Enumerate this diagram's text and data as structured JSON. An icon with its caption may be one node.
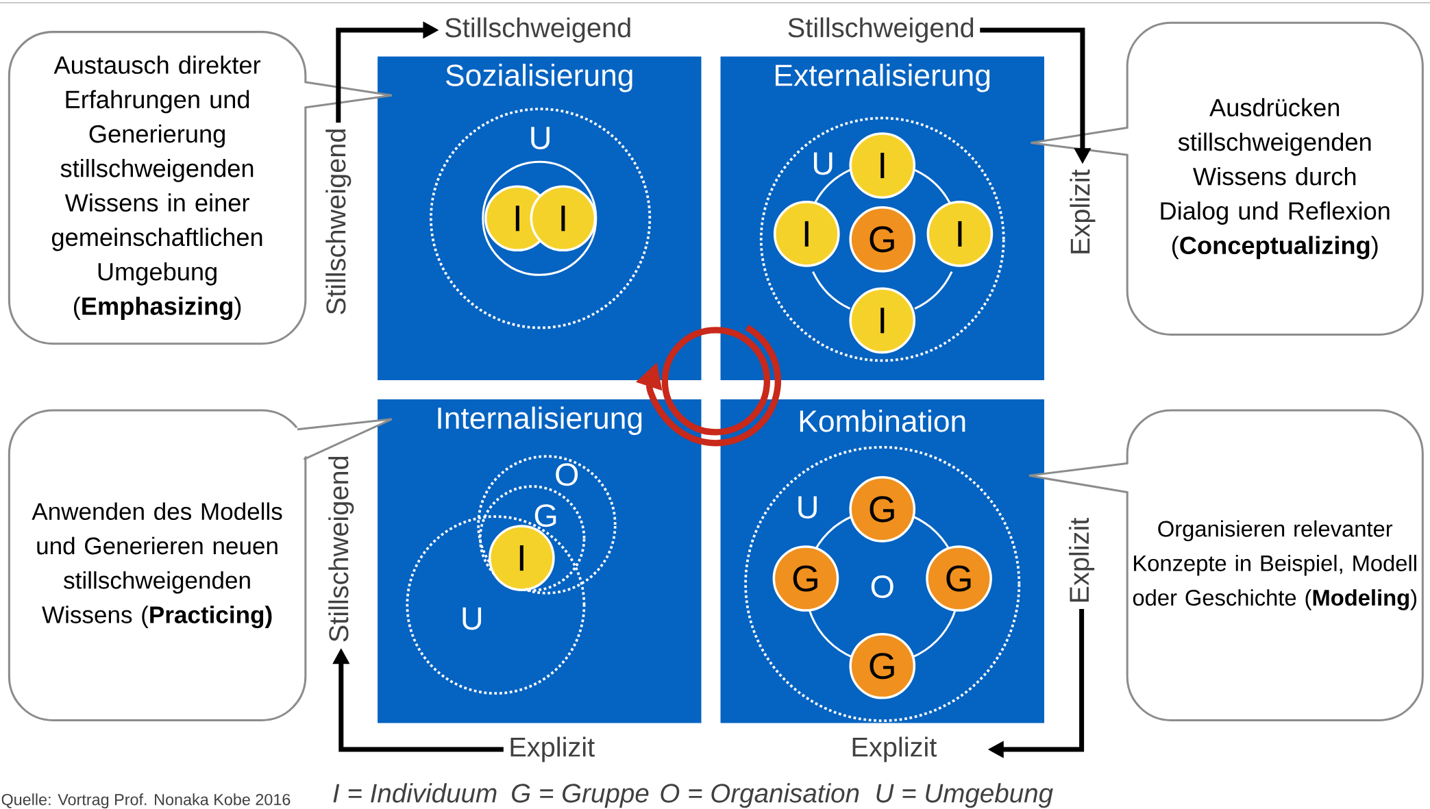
{
  "diagram": {
    "nodes": [
      {
        "text": [
          "Sozialisierung"
        ]
      },
      {
        "text": [
          "U"
        ],
        "in": 0
      },
      {
        "text": [],
        "shape": "circle",
        "in": 1
      },
      {
        "text": [
          "I"
        ],
        "in": 2
      },
      {
        "text": [
          "I"
        ],
        "in": 2
      },
      {
        "text": [
          "Externalisierung"
        ]
      },
      {
        "text": [
          "U"
        ],
        "in": 5
      },
      {
        "text": [],
        "shape": "circle",
        "in": 6
      },
      {
        "text": [
          "I"
        ],
        "in": 6
      },
      {
        "text": [
          "I"
        ],
        "in": 6
      },
      {
        "text": [
          "G"
        ],
        "in": 7
      },
      {
        "text": [
          "I"
        ],
        "in": 6
      },
      {
        "text": [
          "I"
        ],
        "in": 6
      },
      {
        "text": [
          "Internalisierung"
        ]
      },
      {
        "text": [
          "O"
        ],
        "in": 13
      },
      {
        "text": [
          "G"
        ],
        "in": 14
      },
      {
        "text": [
          "U"
        ],
        "in": 13
      },
      {
        "text": [
          "I"
        ]
      },
      {
        "text": [
          "Kombination"
        ]
      },
      {
        "text": [
          "U"
        ],
        "in": 18
      },
      {
        "text": [
          "O"
        ],
        "in": 19
      },
      {
        "text": [
          "G"
        ],
        "in": 19
      },
      {
        "text": [
          "G"
        ],
        "in": 19
      },
      {
        "text": [
          "G"
        ],
        "in": 19
      },
      {
        "text": [
          "G"
        ],
        "in": 19
      },
      {
        "text": [
          "Austausch direkter Erfahrungen und Generierung stillschweigenden Wissens in einer gemeinschaftlichen Umgebung (**Emphasizing**)"
        ]
      },
      {
        "text": [
          "Ausdrücken stillschweigenden Wissens durch Dialog und Reflexion (**Conceptualizing**)"
        ]
      },
      {
        "text": [
          "Anwenden des Modells und Generieren neuen stillschweigenden Wissens (**Practicing)**"
        ]
      },
      {
        "text": [
          "Organisieren relevanter Konzepte in Beispiel, Modell oder Geschichte (**Modeling**)"
        ]
      },
      {
        "text": [
          "Stillschweigend"
        ]
      },
      {
        "text": [
          "Stillschweigend"
        ]
      },
      {
        "text": [
          "Stillschweigend"
        ]
      },
      {
        "text": [
          "Explizit"
        ]
      },
      {
        "text": [
          "Stillschweigend"
        ]
      },
      {
        "text": [
          "Explizit"
        ]
      },
      {
        "text": [
          "Explizit"
        ]
      },
      {
        "text": [
          "Explizit"
        ]
      }
    ],
    "edges": [
      {
        "from": 25,
        "to": 0,
        "arrow": "none"
      },
      {
        "from": 26,
        "to": 5,
        "arrow": "none"
      },
      {
        "from": 27,
        "to": 13,
        "arrow": "none"
      },
      {
        "from": 28,
        "to": 18,
        "arrow": "none"
      },
      {
        "from": 31,
        "to": 29,
        "arrow": "to",
        "style": "thick",
        "color": "#000000"
      },
      {
        "from": 30,
        "to": 32,
        "arrow": "to",
        "style": "thick",
        "color": "#000000"
      },
      {
        "from": 34,
        "to": 36,
        "arrow": "to",
        "style": "thick",
        "color": "#000000"
      },
      {
        "from": 35,
        "to": 33,
        "arrow": "to",
        "style": "thick",
        "color": "#000000"
      }
    ],
    "labels": [
      "Quelle: Vortrag Prof. Nonaka Kobe 2016",
      "I = Individuum",
      "G = Gruppe",
      "O = Organisation",
      "U = Umgebung"
    ]
  }
}
